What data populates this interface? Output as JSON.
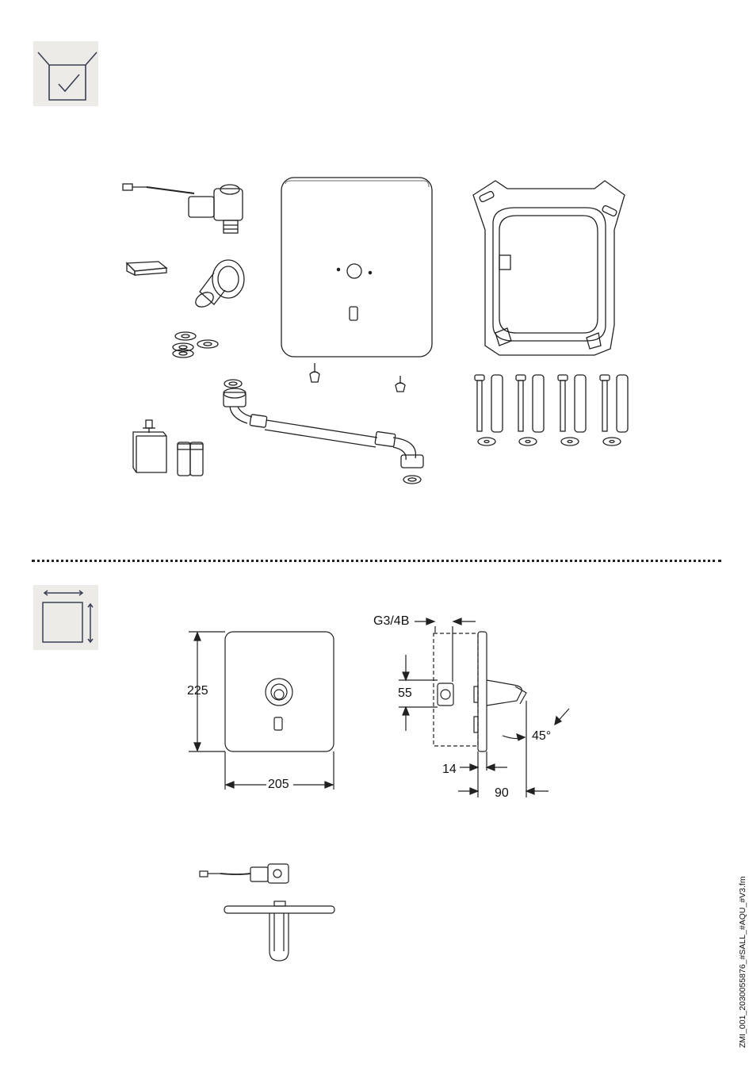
{
  "sections": {
    "scope_of_delivery": {
      "icon": "box-with-check-icon"
    },
    "dimensions": {
      "icon": "dimensions-square-icon"
    }
  },
  "dimensions": {
    "front_height": "225",
    "front_width": "205",
    "thread": "G3/4B",
    "offset": "55",
    "wall_depth": "14",
    "spout_length": "90",
    "angle": "45°"
  },
  "file_reference": "ZMI_001_2030055876_#SALL_#AQU_#V3.fm"
}
